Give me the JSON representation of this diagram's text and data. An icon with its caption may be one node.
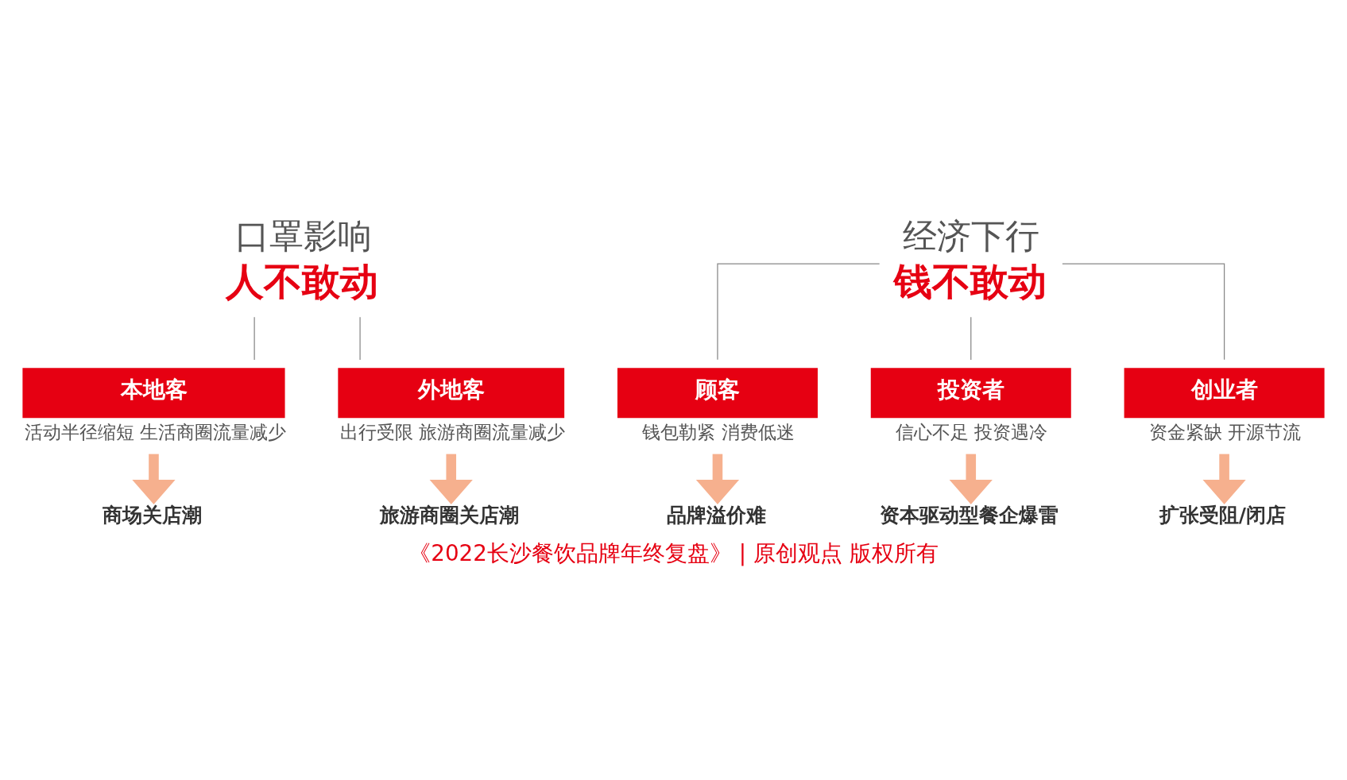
{
  "diagram": {
    "caption": "《2022长沙餐饮品牌年终复盘》 | 原创观点 版权所有",
    "nodes": [
      {
        "text": [
          "口罩影响",
          "人不敢动"
        ]
      },
      {
        "text": [
          "本地客"
        ],
        "beside": [
          "活动半径缩短 生活商圈流量减少"
        ]
      },
      {
        "text": [
          "外地客"
        ],
        "beside": [
          "出行受限 旅游商圈流量减少"
        ]
      },
      {
        "text": [
          "经济下行",
          "钱不敢动"
        ]
      },
      {
        "text": [
          "顾客"
        ],
        "beside": [
          "钱包勒紧 消费低迷"
        ]
      },
      {
        "text": [
          "投资者"
        ],
        "beside": [
          "信心不足 投资遇冷"
        ]
      },
      {
        "text": [
          "创业者"
        ],
        "beside": [
          "资金紧缺 开源节流"
        ]
      },
      {
        "text": [
          "商场关店潮"
        ]
      },
      {
        "text": [
          "旅游商圈关店潮"
        ]
      },
      {
        "text": [
          "品牌溢价难"
        ]
      },
      {
        "text": [
          "资本驱动型餐企爆雷"
        ]
      },
      {
        "text": [
          "扩张受阻/闭店"
        ]
      }
    ],
    "edges": [
      {
        "from": 0,
        "to": 1,
        "arrow": "none"
      },
      {
        "from": 0,
        "to": 2,
        "arrow": "none"
      },
      {
        "from": 3,
        "to": 4,
        "arrow": "none"
      },
      {
        "from": 3,
        "to": 5,
        "arrow": "none"
      },
      {
        "from": 3,
        "to": 6,
        "arrow": "none"
      },
      {
        "from": 1,
        "to": 7,
        "arrow": "to",
        "style": "thick",
        "color": "#f6b08e"
      },
      {
        "from": 2,
        "to": 8,
        "arrow": "to",
        "style": "thick",
        "color": "#f6b08e"
      },
      {
        "from": 4,
        "to": 9,
        "arrow": "to",
        "style": "thick",
        "color": "#f6b08e"
      },
      {
        "from": 5,
        "to": 10,
        "arrow": "to",
        "style": "thick",
        "color": "#f6b08e"
      },
      {
        "from": 6,
        "to": 11,
        "arrow": "to",
        "style": "thick",
        "color": "#f6b08e"
      }
    ]
  }
}
